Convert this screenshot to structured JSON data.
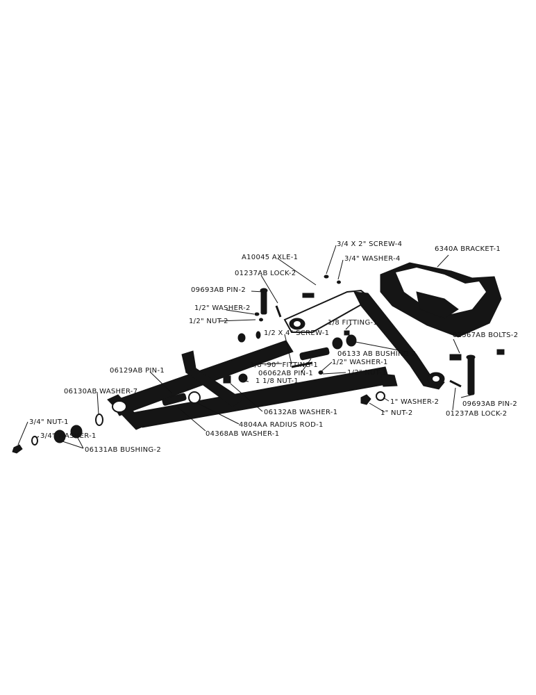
{
  "labels": {
    "screw_3_4x2": "3/4 X 2\" SCREW-4",
    "washer_3_4_top": "3/4\" WASHER-4",
    "axle": "A10045 AXLE-1",
    "lock_left": "01237AB LOCK-2",
    "pin_left": "09693AB PIN-2",
    "washer_1_2_top": "1/2\" WASHER-2",
    "nut_1_2_top": "1/2\" NUT-2",
    "bracket": "6340A BRACKET-1",
    "fitting_top": "1/8 FITTING-1",
    "screw_1_2x4": "1/2 X 4\" SCREW-1",
    "bushing_06133": "06133 AB BUSHING-2",
    "bolts": "02567AB BOLTS-2",
    "pin_06129": "06129AB PIN-1",
    "fitting_90": "1/8 -90° FITTING-1",
    "washer_1_2_mid": "1/2\" WASHER-1",
    "pin_06062": "06062AB PIN-1",
    "nut_1_2_mid": "1/2\" NUT-1",
    "nut_1_1_8": "1 1/8 NUT-1",
    "washer_06130": "06130AB WASHER-7",
    "washer_06132": "06132AB WASHER-1",
    "washer_1in": "1\" WASHER-2",
    "nut_1in": "1\" NUT-2",
    "pin_right": "09693AB PIN-2",
    "lock_right": "01237AB LOCK-2",
    "nut_3_4": "3/4\" NUT-1",
    "washer_3_4_left": "3/4\" WASHER-1",
    "radius_rod": "4804AA RADIUS ROD-1",
    "washer_04368": "04368AB WASHER-1",
    "bushing_06131": "06131AB BUSHING-2"
  }
}
